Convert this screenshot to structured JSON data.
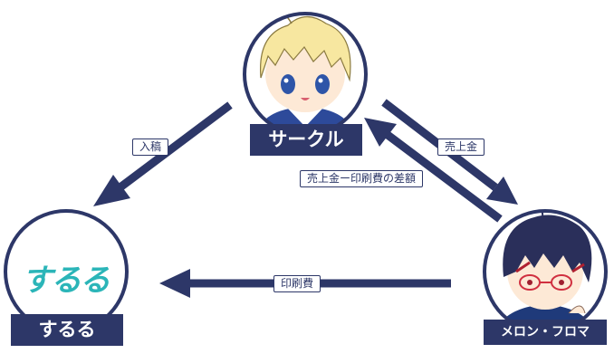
{
  "colors": {
    "navy": "#2d3768",
    "teal": "#2bb5b8",
    "white": "#ffffff"
  },
  "nodes": {
    "circle": {
      "label": "サークル",
      "icon": "blonde-character-icon"
    },
    "sururu": {
      "label": "するる",
      "logo_text": "するる",
      "icon": "sururu-logo-icon"
    },
    "melon": {
      "label": "メロン・フロマ",
      "icon": "dark-hair-character-icon"
    }
  },
  "edges": {
    "submission": "入稿",
    "sales": "売上金",
    "sales_minus_printing": "売上金ー印刷費の差額",
    "printing_fee": "印刷費"
  }
}
